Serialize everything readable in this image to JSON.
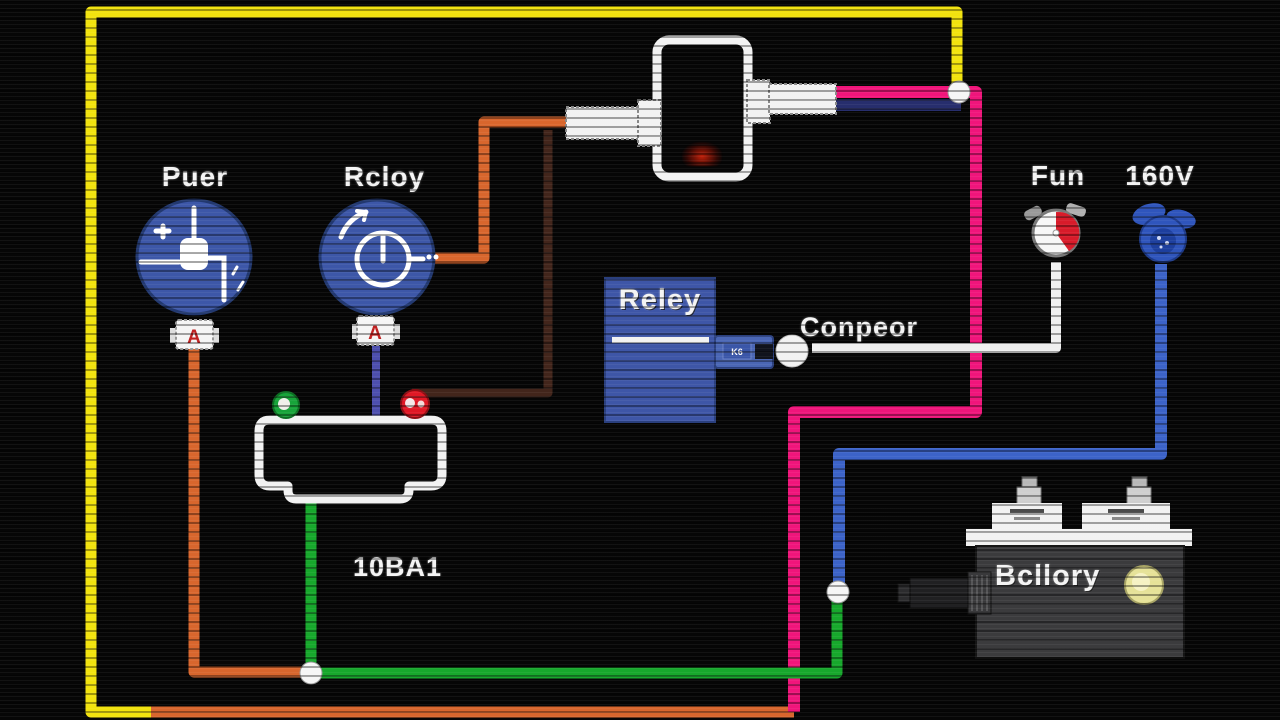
{
  "diagram": {
    "type": "automotive wiring diagram",
    "background": "#060606"
  },
  "labels": {
    "power_unit": "Puer",
    "relay_circle": "Rcloy",
    "relay_box": "Reley",
    "connector": "Conpeor",
    "fan": "Fun",
    "voltage": "160V",
    "gauge_ref": "10BA1",
    "battery": "Bcllory",
    "pin_mark_power": "A",
    "pin_mark_relay": "A",
    "relay_plug_text": "K6"
  },
  "icons": {
    "power_unit_icon": "spark-plug-icon",
    "relay_circle_icon": "power-symbol-icon",
    "fan_gauge_icon": "gauge-icon",
    "fan_icon": "fan-icon",
    "junction_dot": "wire-junction-dot"
  },
  "colors": {
    "yellow": "#f2e30e",
    "orange": "#d8662d",
    "brown": "#42251b",
    "pink": "#f0157b",
    "navy": "#272e6d",
    "blue": "#3c63c8",
    "green": "#17a82c",
    "white_wire": "#f0f0f0",
    "purple": "#4d4fae",
    "component_blue": "#3d57a8",
    "relay_box_blue": "#3e56a7",
    "connector_plug_blue": "#4a66b5",
    "battery_body": "#3b3b3d",
    "battery_top": "#f2f2f2",
    "battery_cap_yellow": "#e6e298",
    "indicator_green": "#18a43a",
    "indicator_red": "#e01825",
    "gauge_red": "#d81b2a",
    "fan_blue": "#2f55bc",
    "junction_white": "#f6f6f6",
    "outline_white": "#f2f2f2"
  }
}
